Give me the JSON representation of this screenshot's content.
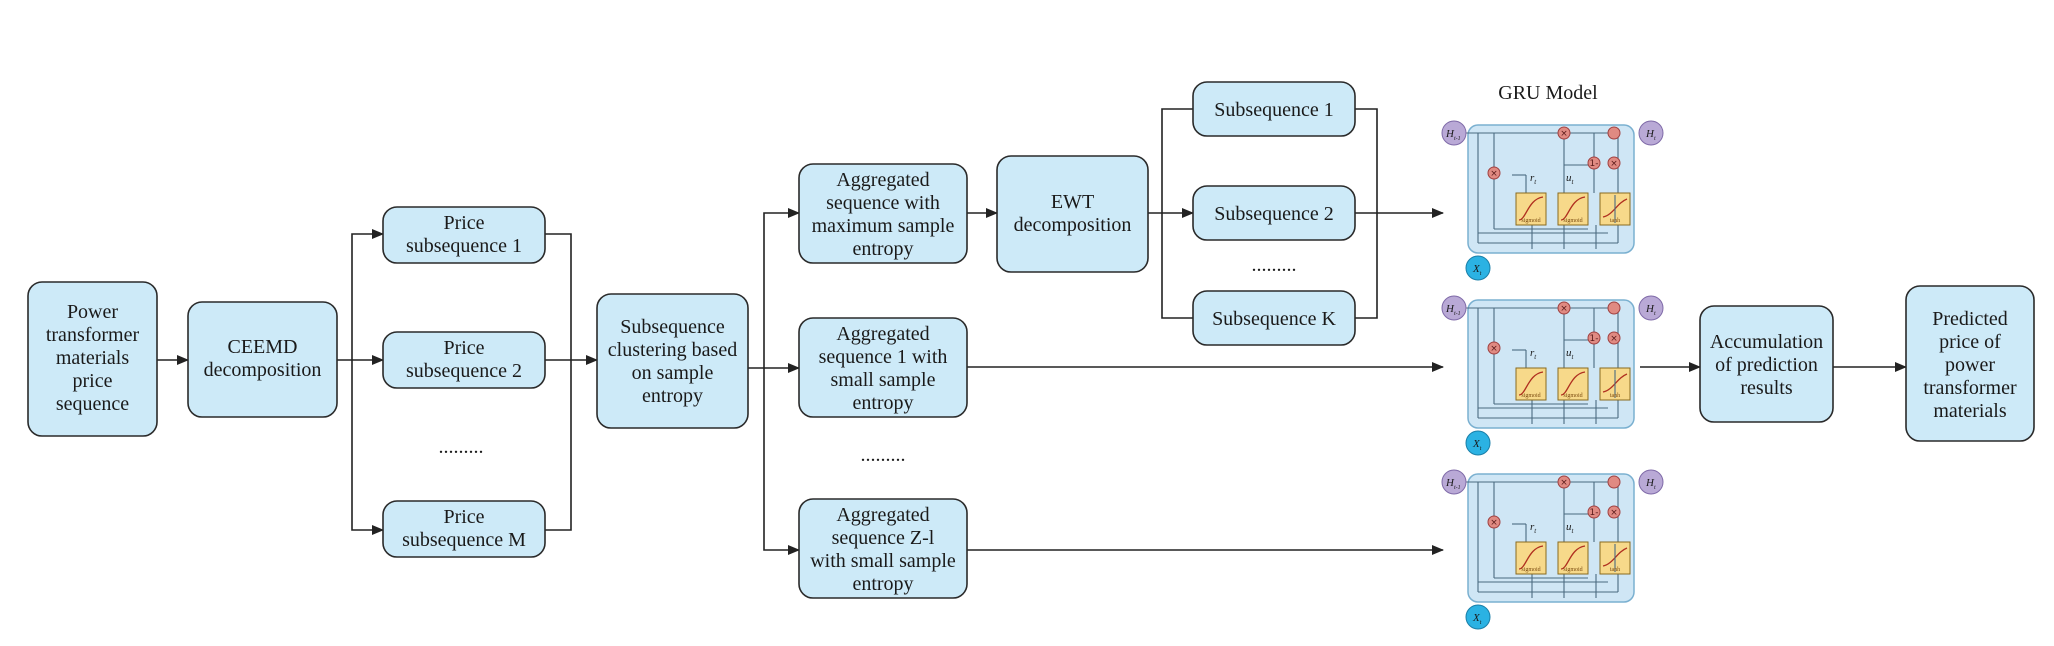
{
  "boxes": {
    "input": [
      "Power",
      "transformer",
      "materials",
      "price",
      "sequence"
    ],
    "ceemd": [
      "CEEMD",
      "decomposition"
    ],
    "price1": [
      "Price",
      "subsequence 1"
    ],
    "price2": [
      "Price",
      "subsequence 2"
    ],
    "priceM": [
      "Price",
      "subsequence M"
    ],
    "cluster": [
      "Subsequence",
      "clustering based",
      "on sample",
      "entropy"
    ],
    "aggMax": [
      "Aggregated",
      "sequence with",
      "maximum sample",
      "entropy"
    ],
    "agg1": [
      "Aggregated",
      "sequence 1 with",
      "small sample",
      "entropy"
    ],
    "aggZ": [
      "Aggregated",
      "sequence Z-l",
      "with small sample",
      "entropy"
    ],
    "ewt": [
      "EWT",
      "decomposition"
    ],
    "sub1": [
      "Subsequence 1"
    ],
    "sub2": [
      "Subsequence 2"
    ],
    "subK": [
      "Subsequence K"
    ],
    "accum": [
      "Accumulation",
      "of prediction",
      "results"
    ],
    "predicted": [
      "Predicted",
      "price of",
      "power",
      "transformer",
      "materials"
    ]
  },
  "ellipses": {
    "price": ".........",
    "agg": ".........",
    "sub": "........."
  },
  "gru": {
    "title": "GRU Model",
    "h_prev": "H",
    "h_prev_sub": "t-1",
    "h_out": "H",
    "h_out_sub": "t",
    "x_in": "X",
    "x_in_sub": "t",
    "reset_label": "r",
    "reset_sub": "t",
    "update_label": "u",
    "update_sub": "t",
    "mul_symbol": "×",
    "minus_symbol": "1-",
    "gate_sigmoid": "sigmoid",
    "gate_tanh": "tanh"
  }
}
